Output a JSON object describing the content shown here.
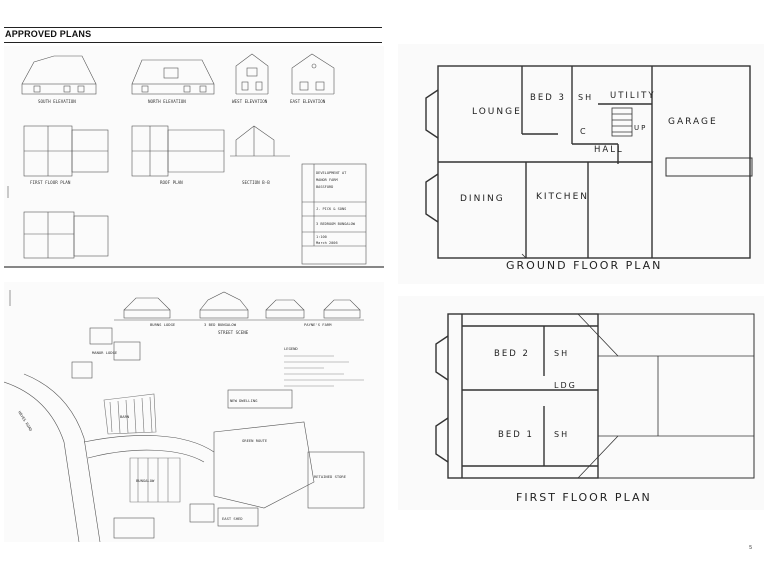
{
  "header": {
    "title": "APPROVED PLANS"
  },
  "panel_a": {
    "elevations": [
      "SOUTH ELEVATION",
      "NORTH ELEVATION",
      "WEST ELEVATION",
      "EAST ELEVATION"
    ],
    "plans": [
      "FIRST FLOOR PLAN",
      "ROOF PLAN",
      "SECTION B-B"
    ],
    "title_block": [
      "DEVELOPMENT AT",
      "MANOR FARM",
      "BASSFORD",
      "J. PICK & SONS",
      "3 BEDROOM BUNGALOW",
      "1:100",
      "March 2006"
    ]
  },
  "panel_b": {
    "street_scene": "STREET SCENE",
    "street_labels": [
      "BURNS LODGE",
      "3 BED BUNGALOW",
      "PAYNE'S FARM"
    ],
    "site_labels": [
      "MANOR LODGE",
      "HAYES ROAD",
      "RETAINED STORE",
      "BARN",
      "BUNGALOW",
      "EAST SHED",
      "NEW DWELLING",
      "GREEN ROUTE",
      "LEGEND"
    ]
  },
  "ground_floor": {
    "caption": "GROUND FLOOR PLAN",
    "rooms": {
      "lounge": "LOUNGE",
      "bed3": "BED 3",
      "sh": "SH",
      "utility": "UTILITY",
      "garage": "GARAGE",
      "c": "C",
      "up": "UP",
      "hall": "HALL",
      "dining": "DINING",
      "kitchen": "KITCHEN"
    }
  },
  "first_floor": {
    "caption": "FIRST FLOOR PLAN",
    "rooms": {
      "bed2": "BED 2",
      "sh_a": "SH",
      "ldg": "LDG",
      "bed1": "BED 1",
      "sh_b": "SH"
    }
  },
  "page_number": "5"
}
